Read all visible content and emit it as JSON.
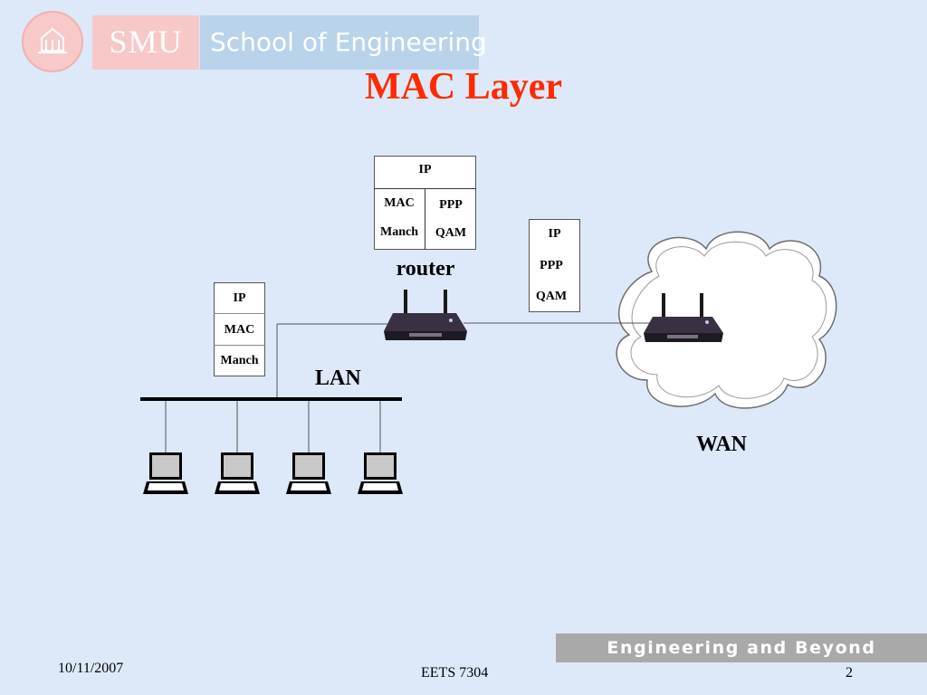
{
  "header": {
    "logo_text": "SMU",
    "school_text": "School of Engineering"
  },
  "title": "MAC Layer",
  "router_stack": {
    "top": "IP",
    "left": [
      "MAC",
      "Manch"
    ],
    "right": [
      "PPP",
      "QAM"
    ]
  },
  "wan_stack": [
    "IP",
    "PPP",
    "QAM"
  ],
  "host_stack": [
    "IP",
    "MAC",
    "Manch"
  ],
  "labels": {
    "router": "router",
    "lan": "LAN",
    "wan": "WAN"
  },
  "footer": {
    "date": "10/11/2007",
    "course": "EETS 7304",
    "page": "2",
    "tagline": "Engineering and Beyond"
  },
  "colors": {
    "background": "#dde9f9",
    "title": "#ff2a00",
    "footer_bar": "#a9a9a9"
  }
}
